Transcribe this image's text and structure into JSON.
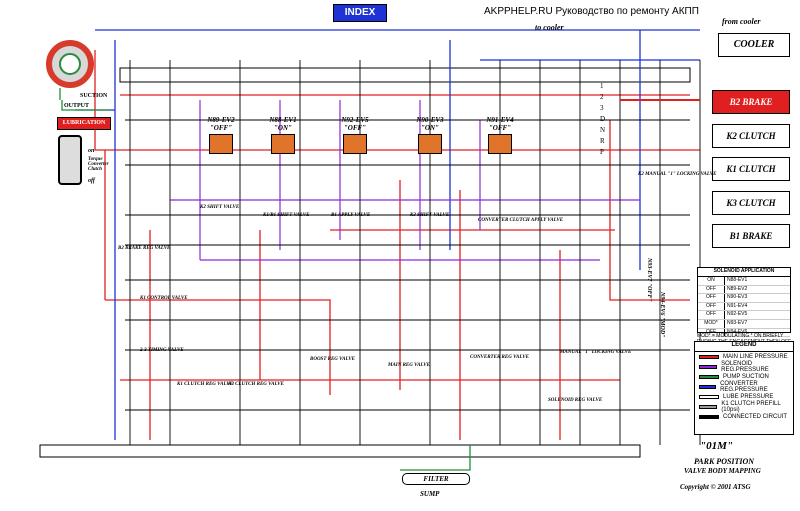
{
  "header": {
    "index_label": "INDEX",
    "site_text": "AKPPHELP.RU Руководство по ремонту АКПП"
  },
  "top_labels": {
    "from_cooler": "from cooler",
    "to_cooler": "to cooler",
    "cooler": "COOLER",
    "output": "OUTPUT",
    "suction": "SUCTION",
    "lubrication": "LUBRICATION",
    "torque_converter": "Torque Converter Clutch",
    "on": "on",
    "off": "off"
  },
  "gear_selector": [
    "1",
    "2",
    "3",
    "D",
    "N",
    "R",
    "P"
  ],
  "clutches": [
    "B2 BRAKE",
    "K2 CLUTCH",
    "K1 CLUTCH",
    "K3 CLUTCH",
    "B1 BRAKE"
  ],
  "solenoids": [
    {
      "name": "N89-EV2",
      "state": "\"OFF\""
    },
    {
      "name": "N88-EV1",
      "state": "\"ON\""
    },
    {
      "name": "N92-EV5",
      "state": "\"OFF\""
    },
    {
      "name": "N90-EV3",
      "state": "\"ON\""
    },
    {
      "name": "N91-EV4",
      "state": "\"OFF\""
    }
  ],
  "valves": {
    "k2_shift": "K2 SHIFT VALVE",
    "k1_b1_shift": "K1/B1 SHIFT VALVE",
    "b1_apply": "B1 APPLY VALVE",
    "k3_shift": "K3 SHIFT VALVE",
    "cc_apply": "CONVERTER CLUTCH APPLY VALVE",
    "b2_reg": "B2 BRAKE REG VALVE",
    "k1_control": "K1 CONTROL VALVE",
    "timing_23": "2-3 TIMING VALVE",
    "k1_clutch_reg": "K1 CLUTCH REG VALVE",
    "k3_clutch_reg": "K3 CLUTCH REG VALVE",
    "boost": "BOOST REG VALVE",
    "main": "MAIN REG VALVE",
    "converter": "CONVERTER REG VALVE",
    "manual": "MANUAL \"1\" LOCKING VALVE",
    "solenoid_reg": "SOLENOID REG VALVE",
    "k2_locking": "K2 MANUAL \"1\" LOCKING VALVE",
    "n93": "N93-EV7 \"OFF\"",
    "n94": "N94-EV6 \"MOD\""
  },
  "solenoid_table": {
    "title": "SOLENOID APPLICATION",
    "rows": [
      [
        "ON",
        "N88-EV1"
      ],
      [
        "OFF",
        "N89-EV2"
      ],
      [
        "OFF",
        "N90-EV3"
      ],
      [
        "OFF",
        "N91-EV4"
      ],
      [
        "OFF",
        "N92-EV5"
      ],
      [
        "MOD*",
        "N93-EV7"
      ],
      [
        "OFF",
        "N94-EV6"
      ]
    ],
    "note": "MOD* = MODULATING * ON BRIEFLY DURING THE ENGAGEMENT THEN OFF"
  },
  "legend": {
    "title": "LEGEND",
    "items": [
      {
        "label": "MAIN LINE PRESSURE",
        "color": "#e02020"
      },
      {
        "label": "SOLENOID REG.PRESSURE",
        "color": "#8a2bd6"
      },
      {
        "label": "PUMP SUCTION",
        "color": "#1e8f3c"
      },
      {
        "label": "CONVERTER REG.PRESSURE",
        "color": "#1d33d6"
      },
      {
        "label": "LUBE PRESSURE",
        "color": "#ffffff"
      },
      {
        "label": "K1 CLUTCH PREFILL (10psi)",
        "color": "#9c9c9c"
      },
      {
        "label": "CONNECTED CIRCUIT",
        "color": "#000000"
      }
    ]
  },
  "footer": {
    "model": "\"01M\"",
    "position": "PARK POSITION",
    "mapping": "VALVE BODY MAPPING",
    "copyright": "Copyright © 2001 ATSG",
    "filter": "FILTER",
    "sump": "SUMP"
  },
  "colors": {
    "main_line": "#e02020",
    "solenoid": "#8a2bd6",
    "suction": "#1e8f3c",
    "converter": "#1d33d6",
    "connected": "#000000",
    "brake_highlight": "#e02020"
  }
}
